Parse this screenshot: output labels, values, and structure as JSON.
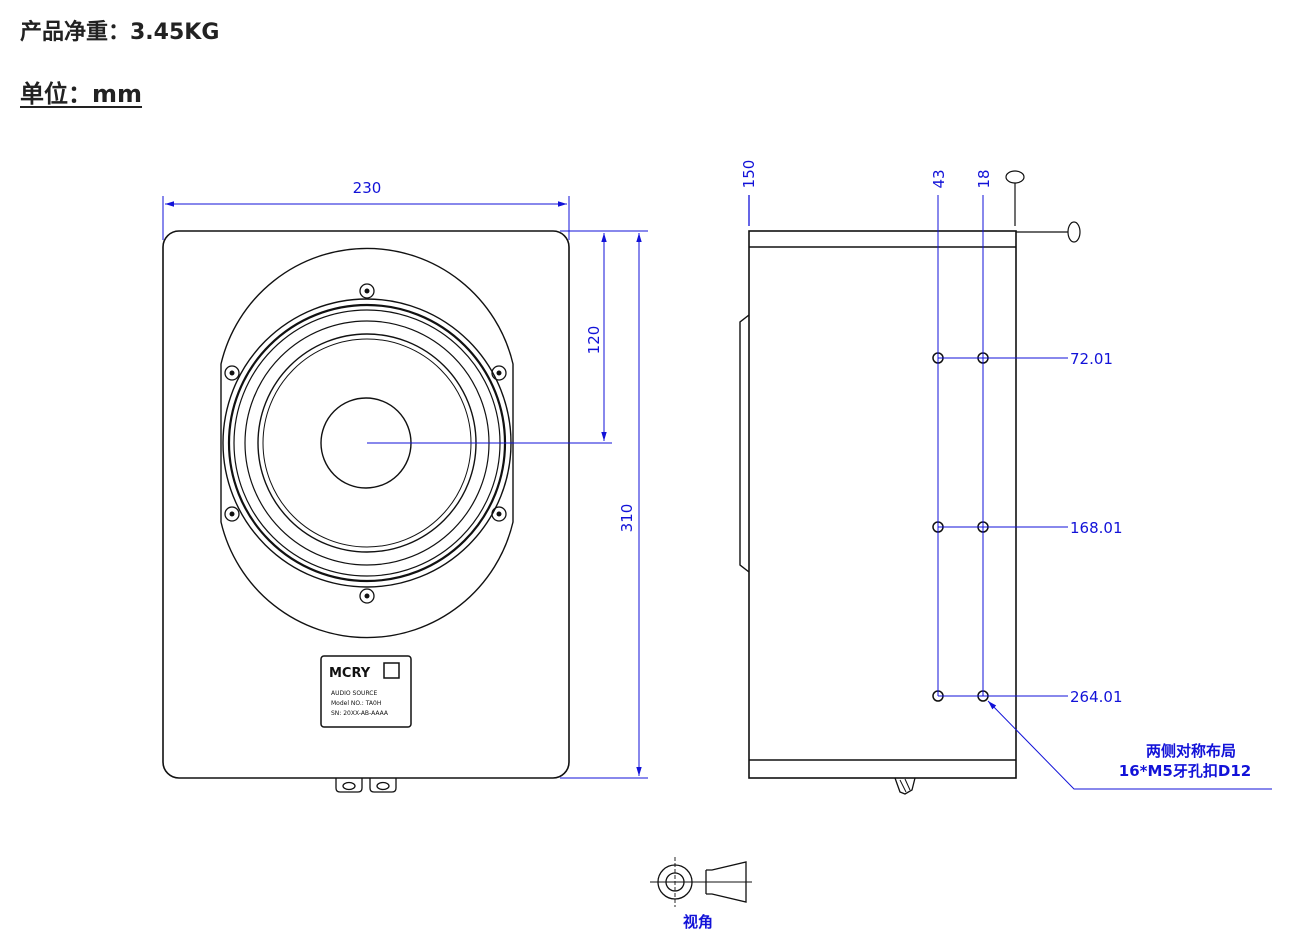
{
  "header": {
    "net_weight": "产品净重：3.45KG",
    "unit": "单位：mm"
  },
  "front_view": {
    "dims": {
      "width": "230",
      "center_height": "120",
      "height": "310"
    },
    "nameplate": {
      "brand": "MCRY",
      "line1": "AUDIO SOURCE",
      "line2": "Model NO.: TA0H",
      "line3": "SN: 20XX-AB-AAAA"
    }
  },
  "side_view": {
    "dims": {
      "top": "150",
      "col1": "43",
      "col2": "18",
      "row1": "72.01",
      "row2": "168.01",
      "row3": "264.01"
    },
    "note_line1": "两侧对称布局",
    "note_line2": "16*M5牙孔扣D12"
  },
  "projection": {
    "label": "视角"
  },
  "colors": {
    "dimension": "#1212d8",
    "outline": "#111111"
  }
}
